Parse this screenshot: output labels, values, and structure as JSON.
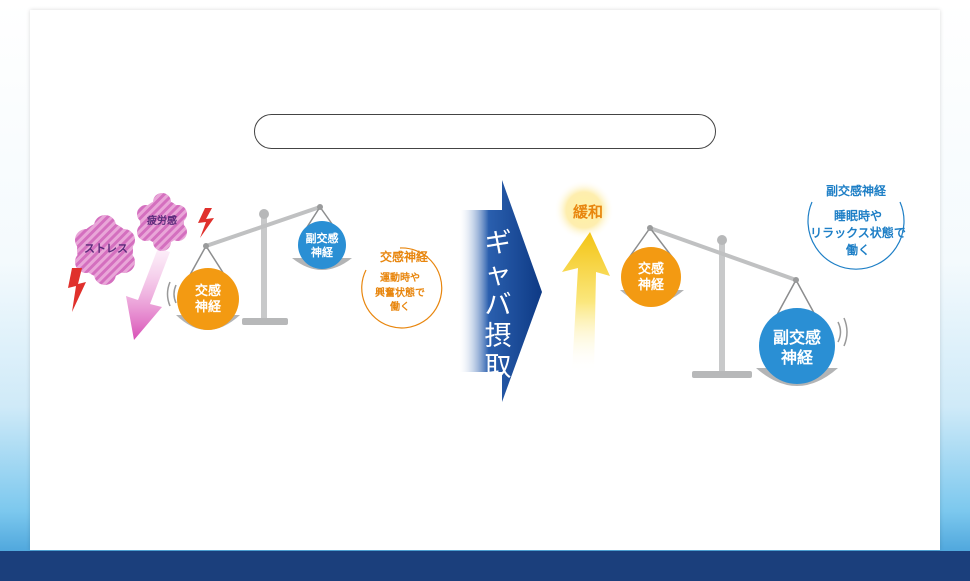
{
  "left": {
    "stress": "ストレス",
    "fatigue": "疲労感",
    "sympathetic_ball": [
      "交感",
      "神経"
    ],
    "parasympathetic_ball": [
      "副交感",
      "神経"
    ],
    "callout_title": "交感神経",
    "callout_lines": [
      "運動時や",
      "興奮状態で",
      "働く"
    ]
  },
  "arrow": {
    "label_chars": [
      "ギ",
      "ャ",
      "バ",
      "摂",
      "取"
    ]
  },
  "right": {
    "relief": "緩和",
    "sympathetic_ball": [
      "交感",
      "神経"
    ],
    "parasympathetic_ball": [
      "副交感",
      "神経"
    ],
    "callout_title": "副交感神経",
    "callout_lines": [
      "睡眠時や",
      "リラックス状態で",
      "働く"
    ]
  },
  "colors": {
    "orange": "#f39a12",
    "blue": "#2a8fd4",
    "navy": "#123f86",
    "pink": "#d04fb2",
    "red": "#e0302c"
  }
}
